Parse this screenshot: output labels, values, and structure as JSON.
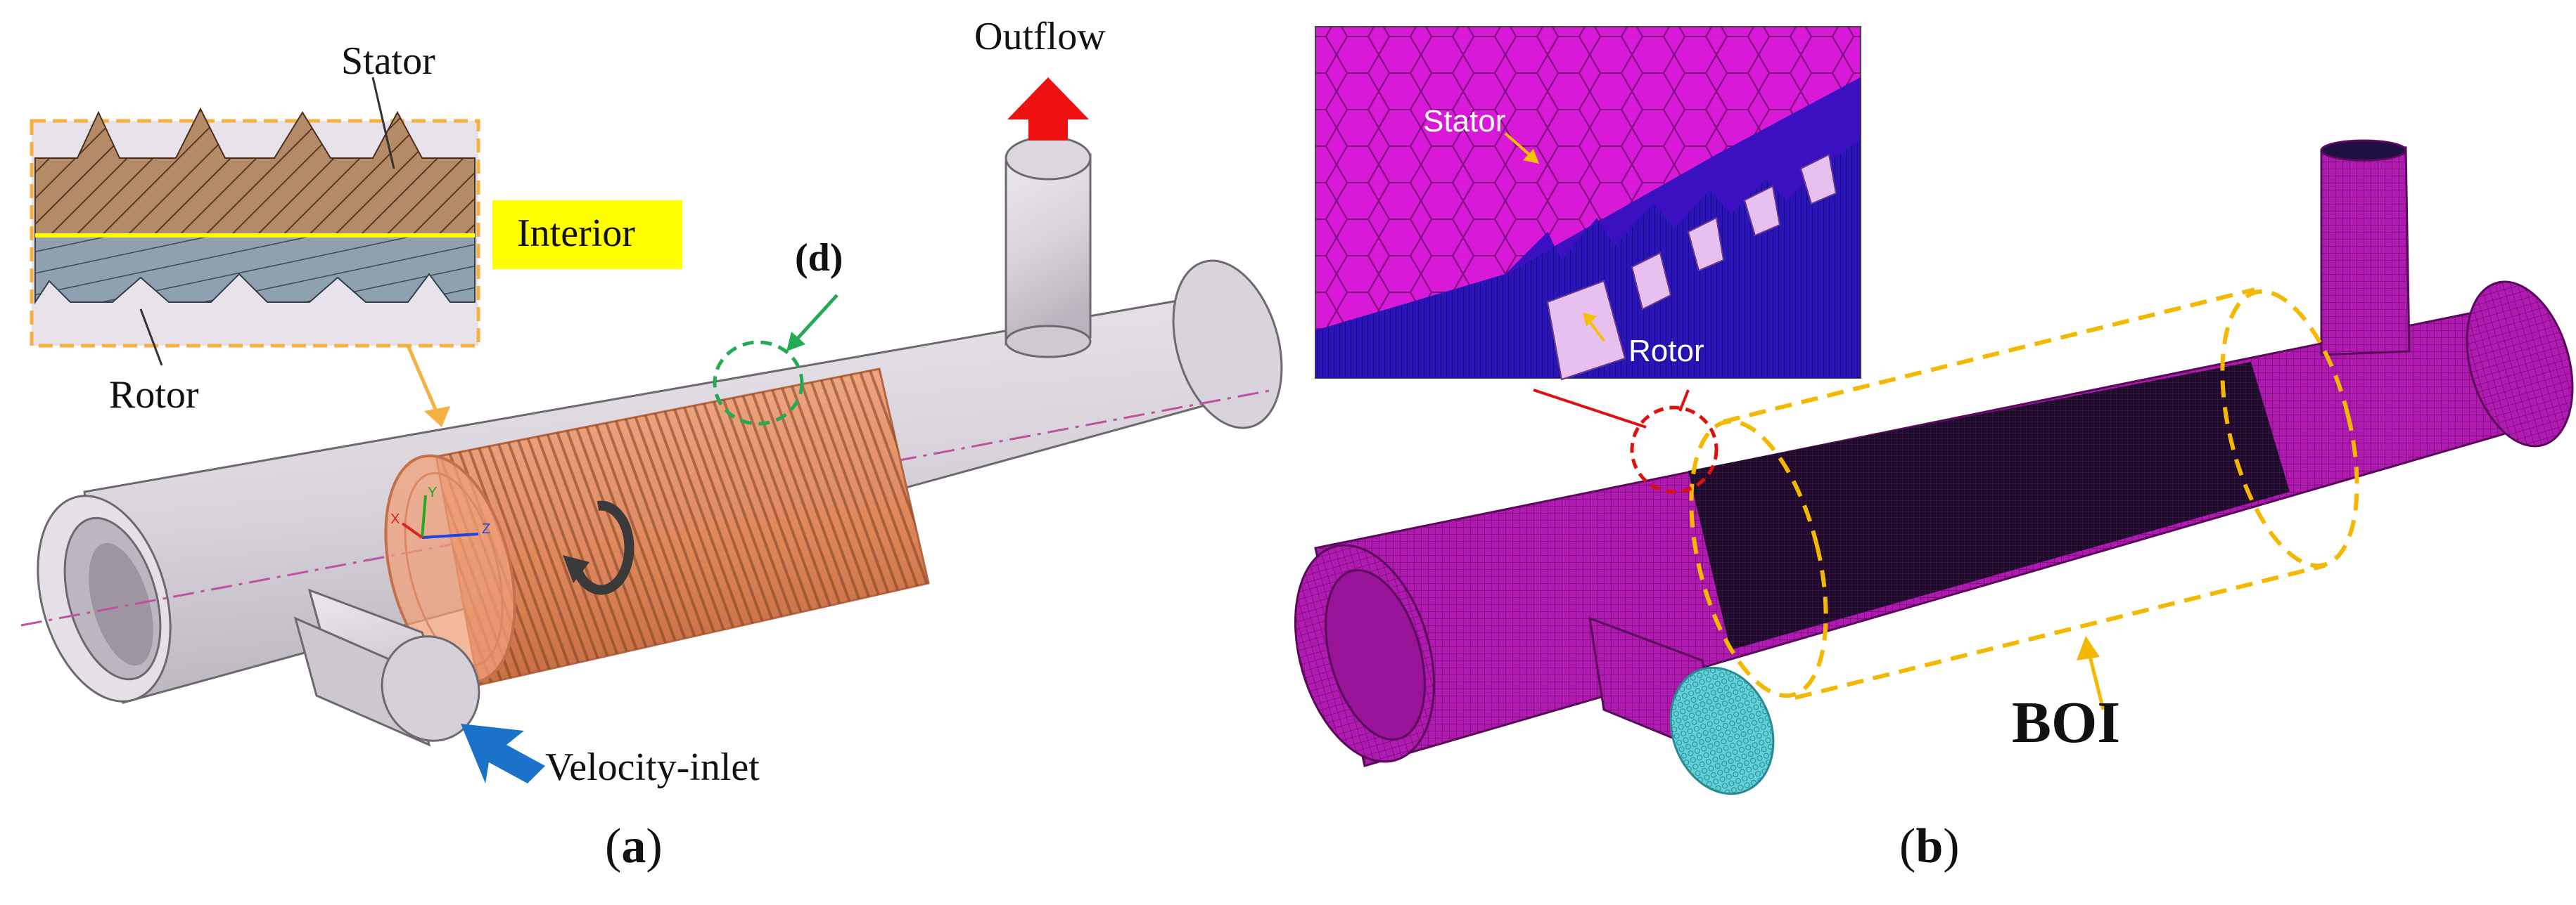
{
  "panel_a": {
    "labels": {
      "stator": "Stator",
      "rotor": "Rotor",
      "interior": "Interior",
      "outflow": "Outflow",
      "velocity_inlet": "Velocity-inlet",
      "detail_marker": "(d)"
    },
    "axis_triad": {
      "x": "X",
      "y": "Y",
      "z": "Z"
    },
    "caption": {
      "open": "(",
      "letter": "a",
      "close": ")"
    },
    "colors": {
      "pipe": "#dcd7dc",
      "rotor_sleeve": "#e8946a",
      "interior_highlight": "#ffff00",
      "outflow_arrow": "#ee1111",
      "inlet_arrow": "#1a73c8",
      "detail_circle": "#22aa55",
      "callout_frame": "#f5b041"
    }
  },
  "panel_b": {
    "labels": {
      "stator": "Stator",
      "rotor": "Rotor",
      "boi": "BOI"
    },
    "caption": {
      "open": "(",
      "letter": "b",
      "close": ")"
    },
    "colors": {
      "mesh": "#b01ab0",
      "mesh_dark": "#1a0a2a",
      "inlet_face": "#62d0d8",
      "boi_frame": "#f5b800",
      "zoom_circle": "#dd1111"
    }
  }
}
